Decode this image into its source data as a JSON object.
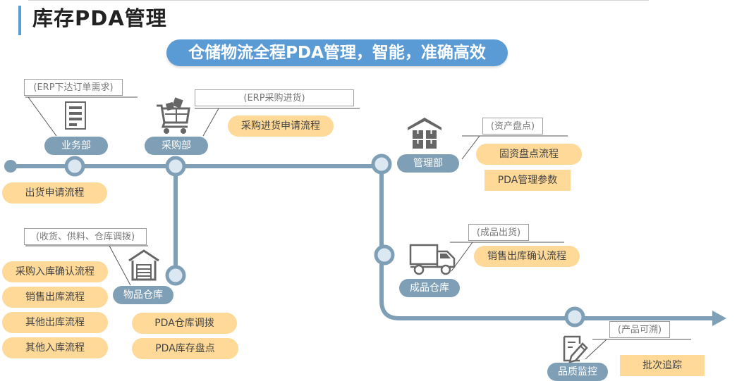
{
  "title": "库存PDA管理",
  "banner": "仓储物流全程PDA管理，智能，准确高效",
  "departments": {
    "sales": "业务部",
    "purchase": "采购部",
    "management": "管理部",
    "warehouse": "物品仓库",
    "finished": "成品仓库",
    "quality": "品质监控"
  },
  "notes": {
    "erp_order": "(ERP下达订单需求)",
    "erp_purchase": "(ERP采购进货)",
    "asset_check": "(资产盘点)",
    "receiving": "(收货、供料、仓库调拨)",
    "finished_out": "(成品出货)",
    "traceable": "(产品可溯)"
  },
  "processes": {
    "shipping_request": "出货申请流程",
    "purchase_request": "采购进货申请流程",
    "fixed_asset_check": "固资盘点流程",
    "pda_params": "PDA管理参数",
    "purchase_in_confirm": "采购入库确认流程",
    "sales_out": "销售出库流程",
    "other_out": "其他出库流程",
    "other_in": "其他入库流程",
    "pda_transfer": "PDA仓库调拨",
    "pda_stocktake": "PDA库存盘点",
    "sales_out_confirm": "销售出库确认流程",
    "batch_trace": "批次追踪"
  },
  "colors": {
    "accent": "#5b9bd5",
    "line": "#7f9fb6",
    "node_fill": "#dbe7f1",
    "process_fill": "#fed997",
    "dept_fill": "#7f9fb6"
  },
  "icons": [
    "document-icon",
    "shopping-cart-icon",
    "boxes-icon",
    "warehouse-icon",
    "truck-icon",
    "quality-check-icon"
  ]
}
